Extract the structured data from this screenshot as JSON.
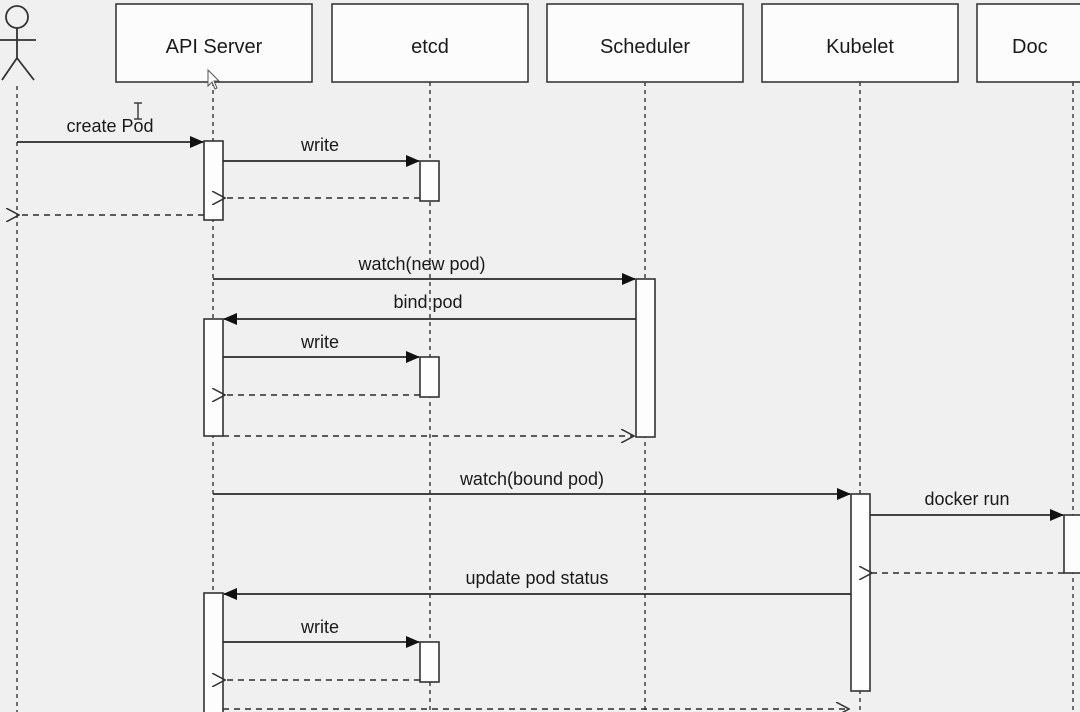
{
  "lifelines": [
    {
      "id": "api",
      "label": "API Server"
    },
    {
      "id": "etcd",
      "label": "etcd"
    },
    {
      "id": "scheduler",
      "label": "Scheduler"
    },
    {
      "id": "kubelet",
      "label": "Kubelet"
    },
    {
      "id": "docker",
      "label": "Doc"
    }
  ],
  "messages": [
    {
      "id": "create-pod",
      "label": "create Pod"
    },
    {
      "id": "write-1",
      "label": "write"
    },
    {
      "id": "watch-new-pod",
      "label": "watch(new pod)"
    },
    {
      "id": "bind-pod",
      "label": "bind pod"
    },
    {
      "id": "write-2",
      "label": "write"
    },
    {
      "id": "watch-bound-pod",
      "label": "watch(bound pod)"
    },
    {
      "id": "docker-run",
      "label": "docker run"
    },
    {
      "id": "update-pod-status",
      "label": "update pod status"
    },
    {
      "id": "write-3",
      "label": "write"
    }
  ]
}
